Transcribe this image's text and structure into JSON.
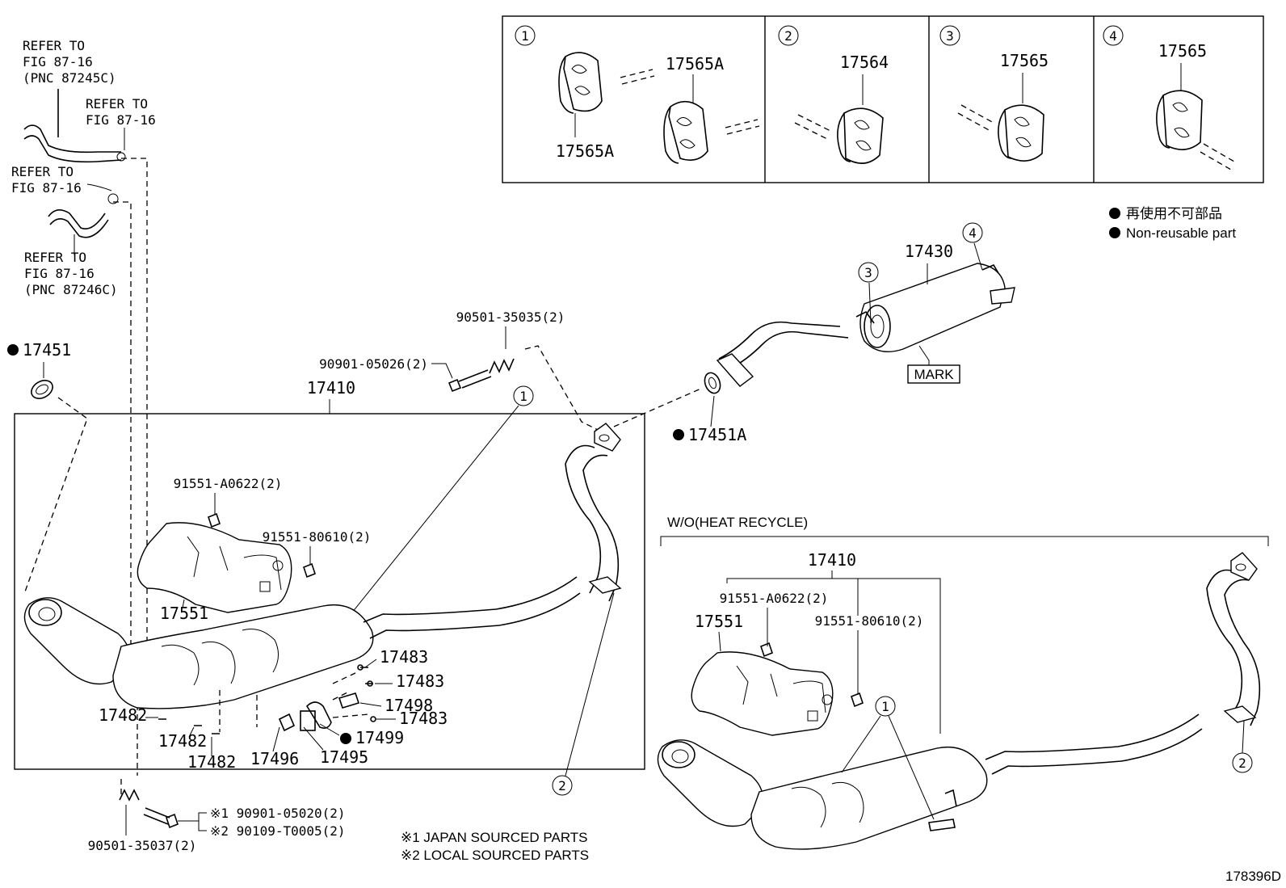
{
  "refer_notes": [
    {
      "lines": [
        "REFER TO",
        "FIG 87-16",
        "(PNC 87245C)"
      ]
    },
    {
      "lines": [
        "REFER TO",
        "FIG 87-16"
      ]
    },
    {
      "lines": [
        "REFER TO",
        "FIG 87-16"
      ]
    },
    {
      "lines": [
        "REFER TO",
        "FIG 87-16",
        "(PNC 87246C)"
      ]
    }
  ],
  "callouts": {
    "c1": "1",
    "c2": "2",
    "c3": "3",
    "c4": "4"
  },
  "inset": {
    "cell1": {
      "number": "1",
      "labels": [
        "17565A",
        "17565A"
      ]
    },
    "cell2": {
      "number": "2",
      "label": "17564"
    },
    "cell3": {
      "number": "3",
      "label": "17565"
    },
    "cell4": {
      "number": "4",
      "label": "17565"
    }
  },
  "legend": {
    "japanese": "再使用不可部品",
    "english": "Non-reusable part"
  },
  "parts": {
    "p17451": "17451",
    "p17410": "17410",
    "p17410b": "17410",
    "p17430": "17430",
    "p17451a": "17451A",
    "p90501_35035": "90501-35035(2)",
    "p90901_05026": "90901-05026(2)",
    "p91551_a0622": "91551-A0622(2)",
    "p91551_80610": "91551-80610(2)",
    "p91551_a0622b": "91551-A0622(2)",
    "p91551_80610b": "91551-80610(2)",
    "p17551": "17551",
    "p17551b": "17551",
    "p17483a": "17483",
    "p17483b": "17483",
    "p17483c": "17483",
    "p17498": "17498",
    "p17499": "17499",
    "p17482a": "17482",
    "p17482b": "17482",
    "p17482c": "17482",
    "p17496": "17496",
    "p17495": "17495",
    "p90501_35037": "90501-35037(2)",
    "note1": "※1 90901-05020(2)",
    "note2": "※2 90109-T0005(2)",
    "mark": "MARK"
  },
  "section_wo": "W/O(HEAT RECYCLE)",
  "footnotes": [
    "※1 JAPAN SOURCED PARTS",
    "※2 LOCAL SOURCED PARTS"
  ],
  "figure_id": "178396D"
}
